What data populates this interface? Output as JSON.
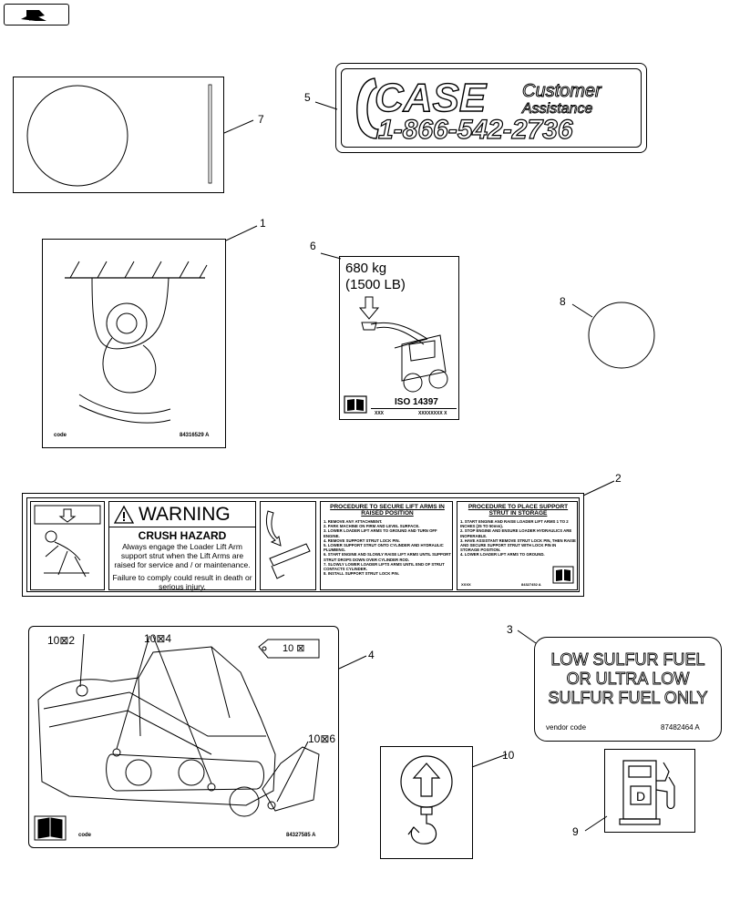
{
  "nav_icon": "page-flag-icon",
  "callouts": {
    "n1": "1",
    "n2": "2",
    "n3": "3",
    "n4": "4",
    "n5": "5",
    "n6": "6",
    "n7": "7",
    "n8": "8",
    "n9": "9",
    "n10": "10"
  },
  "decal5": {
    "brand": "CASE",
    "line1": "Customer",
    "line2": "Assistance",
    "phone": "1-866-542-2736"
  },
  "decal1": {
    "code_label": "code",
    "part_number": "84316529 A"
  },
  "decal6": {
    "weight_kg": "680 kg",
    "weight_lb": "(1500 LB)",
    "standard": "ISO 14397",
    "footer_left": "XXX",
    "footer_right": "XXXXXXXX X"
  },
  "decal2": {
    "warning": "WARNING",
    "hazard": "CRUSH HAZARD",
    "msg1": "Always engage the Loader Lift Arm support strut when the Lift Arms are raised for service and / or maintenance.",
    "msg2": "Failure to comply could result in death or serious injury.",
    "proc1_title": "PROCEDURE TO SECURE LIFT ARMS IN RAISED POSITION",
    "proc1_steps": [
      "1. REMOVE ANY ATTACHMENT.",
      "2. PARK MACHINE ON FIRM AND LEVEL SURFACE.",
      "3. LOWER LOADER LIFT ARMS TO GROUND AND TURN OFF ENGINE.",
      "4. REMOVE SUPPORT STRUT LOCK PIN.",
      "5. LOWER SUPPORT STRUT ONTO CYLINDER AND HYDRAULIC PLUMBING.",
      "6. START ENGINE AND SLOWLY RAISE LIFT ARMS UNTIL SUPPORT STRUT DROPS DOWN OVER CYLINDER ROD.",
      "7. SLOWLY LOWER LOADER LIFTS ARMS UNTIL END OF STRUT CONTACTS CYLINDER.",
      "8. INSTALL SUPPORT STRUT LOCK PIN."
    ],
    "proc2_title": "PROCEDURE TO PLACE SUPPORT STRUT IN STORAGE",
    "proc2_steps": [
      "1. START ENGINE AND RAISE LOADER LIFT ARMS 1 TO 2 INCHES (25 TO 50mm).",
      "2. STOP ENGINE AND ENSURE LOADER HYDRAULICS ARE INOPERABLE.",
      "3. HAVE ASSISTANT REMOVE STRUT LOCK PIN, THEN RAISE AND SECURE SUPPORT STRUT WITH LOCK PIN IN STORAGE POSITION.",
      "4. LOWER LOADER LIFT ARMS TO GROUND."
    ],
    "footer_left": "XXXX",
    "footer_right": "84327452 A"
  },
  "decal4": {
    "ref_a": "10⊠2",
    "ref_b": "10⊠4",
    "ref_c": "10⊠6",
    "tag": "10 ⊠",
    "code_label": "code",
    "part_number": "84327585 A"
  },
  "decal3": {
    "line1": "LOW SULFUR FUEL",
    "line2": "OR ULTRA LOW",
    "line3": "SULFUR FUEL ONLY",
    "vendor": "vendor code",
    "part_number": "87482464 A"
  },
  "decal9": {
    "pump_letter": "D"
  }
}
